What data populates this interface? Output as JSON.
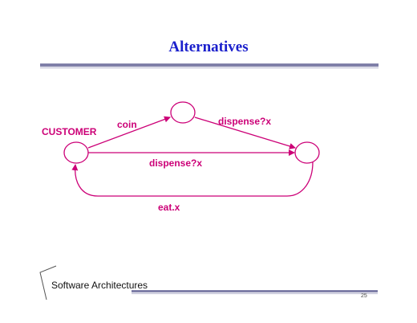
{
  "slide": {
    "title": "Alternatives",
    "footer": "Software Architectures",
    "page_number": "25"
  },
  "diagram": {
    "start_label": "CUSTOMER",
    "edges": {
      "coin": "coin",
      "dispense_top": "dispense?x",
      "dispense_direct": "dispense?x",
      "eat": "eat.x"
    }
  },
  "colors": {
    "title": "#1a1fcc",
    "diagram": "#cc0077",
    "rule": "#7f7fa8"
  }
}
